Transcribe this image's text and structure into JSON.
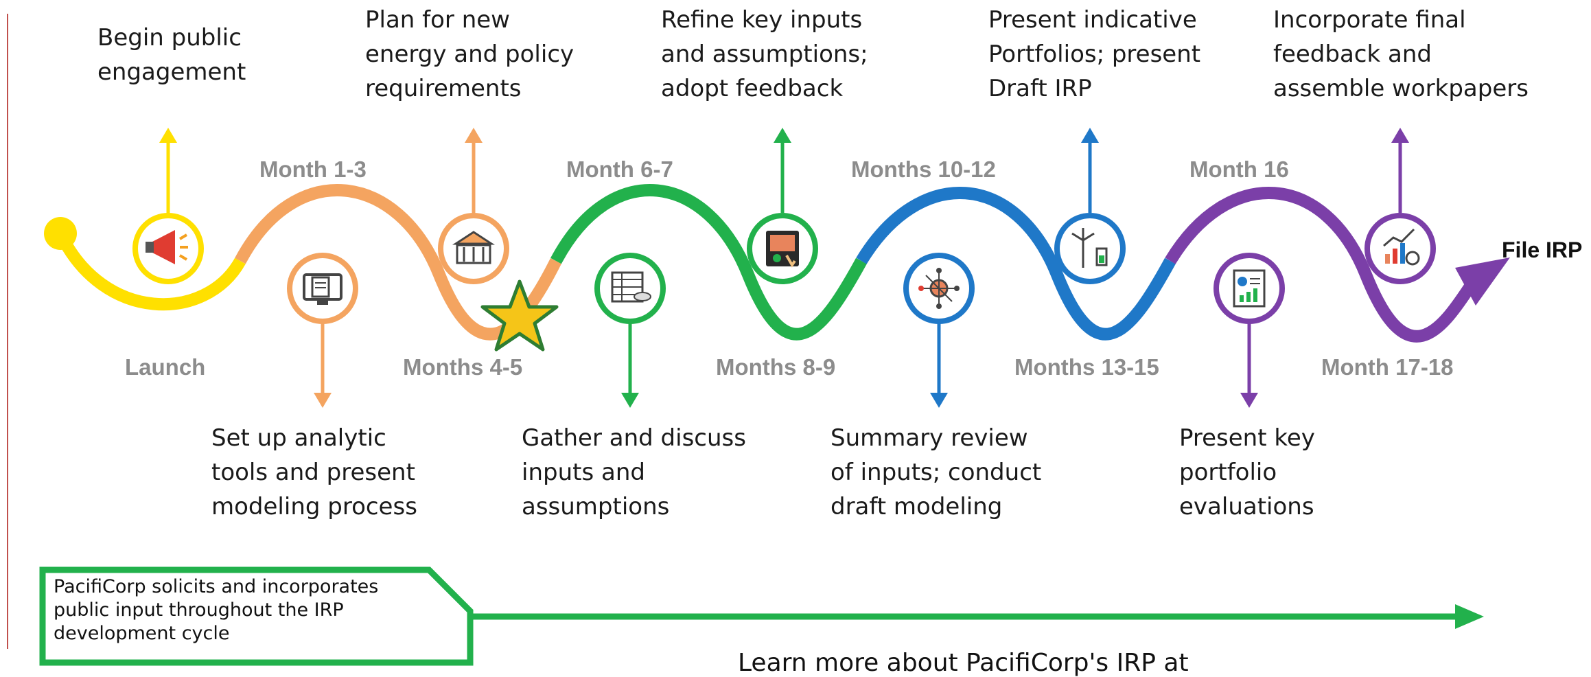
{
  "milestones": [
    {
      "id": "launch",
      "month": "Launch",
      "description": "Begin public\nengagement",
      "color": "#ffe000",
      "icon": "megaphone-icon"
    },
    {
      "id": "m1",
      "month": "Month 1-3",
      "description": "Set up analytic\ntools and present\nmodeling process",
      "color": "#f4a460",
      "icon": "monitor-document-icon"
    },
    {
      "id": "m2",
      "month": "Months 4-5",
      "description": "Plan for new\nenergy and policy\nrequirements",
      "color": "#f4a460",
      "icon": "government-building-icon"
    },
    {
      "id": "m3",
      "month": "Month 6-7",
      "description": "Gather and discuss\ninputs and\nassumptions",
      "color": "#22b14c",
      "icon": "spreadsheet-database-icon"
    },
    {
      "id": "m4",
      "month": "Months 8-9",
      "description": "Refine key inputs\nand assumptions;\nadopt feedback",
      "color": "#22b14c",
      "icon": "touch-panel-icon"
    },
    {
      "id": "m5",
      "month": "Months 10-12",
      "description": "Summary review\nof inputs; conduct\ndraft modeling",
      "color": "#1f78c8",
      "icon": "network-hub-icon"
    },
    {
      "id": "m6",
      "month": "Months 13-15",
      "description": "Present indicative\nPortfolios; present\nDraft IRP",
      "color": "#1f78c8",
      "icon": "wind-solar-battery-icon"
    },
    {
      "id": "m7",
      "month": "Month 16",
      "description": "Present key\nportfolio\nevaluations",
      "color": "#7b3fa8",
      "icon": "report-chart-icon"
    },
    {
      "id": "m8",
      "month": "Month 17-18",
      "description": "Incorporate final\nfeedback and\nassemble workpapers",
      "color": "#7b3fa8",
      "icon": "growth-chart-gear-icon"
    }
  ],
  "end_label": "File IRP",
  "current_marker": {
    "icon": "star-icon",
    "color": "#f5c518"
  },
  "note": "PacifiCorp solicits and incorporates\npublic input throughout the IRP\ndevelopment cycle",
  "note_color": "#22b14c",
  "footer": "Learn more about PacifiCorp's IRP at"
}
